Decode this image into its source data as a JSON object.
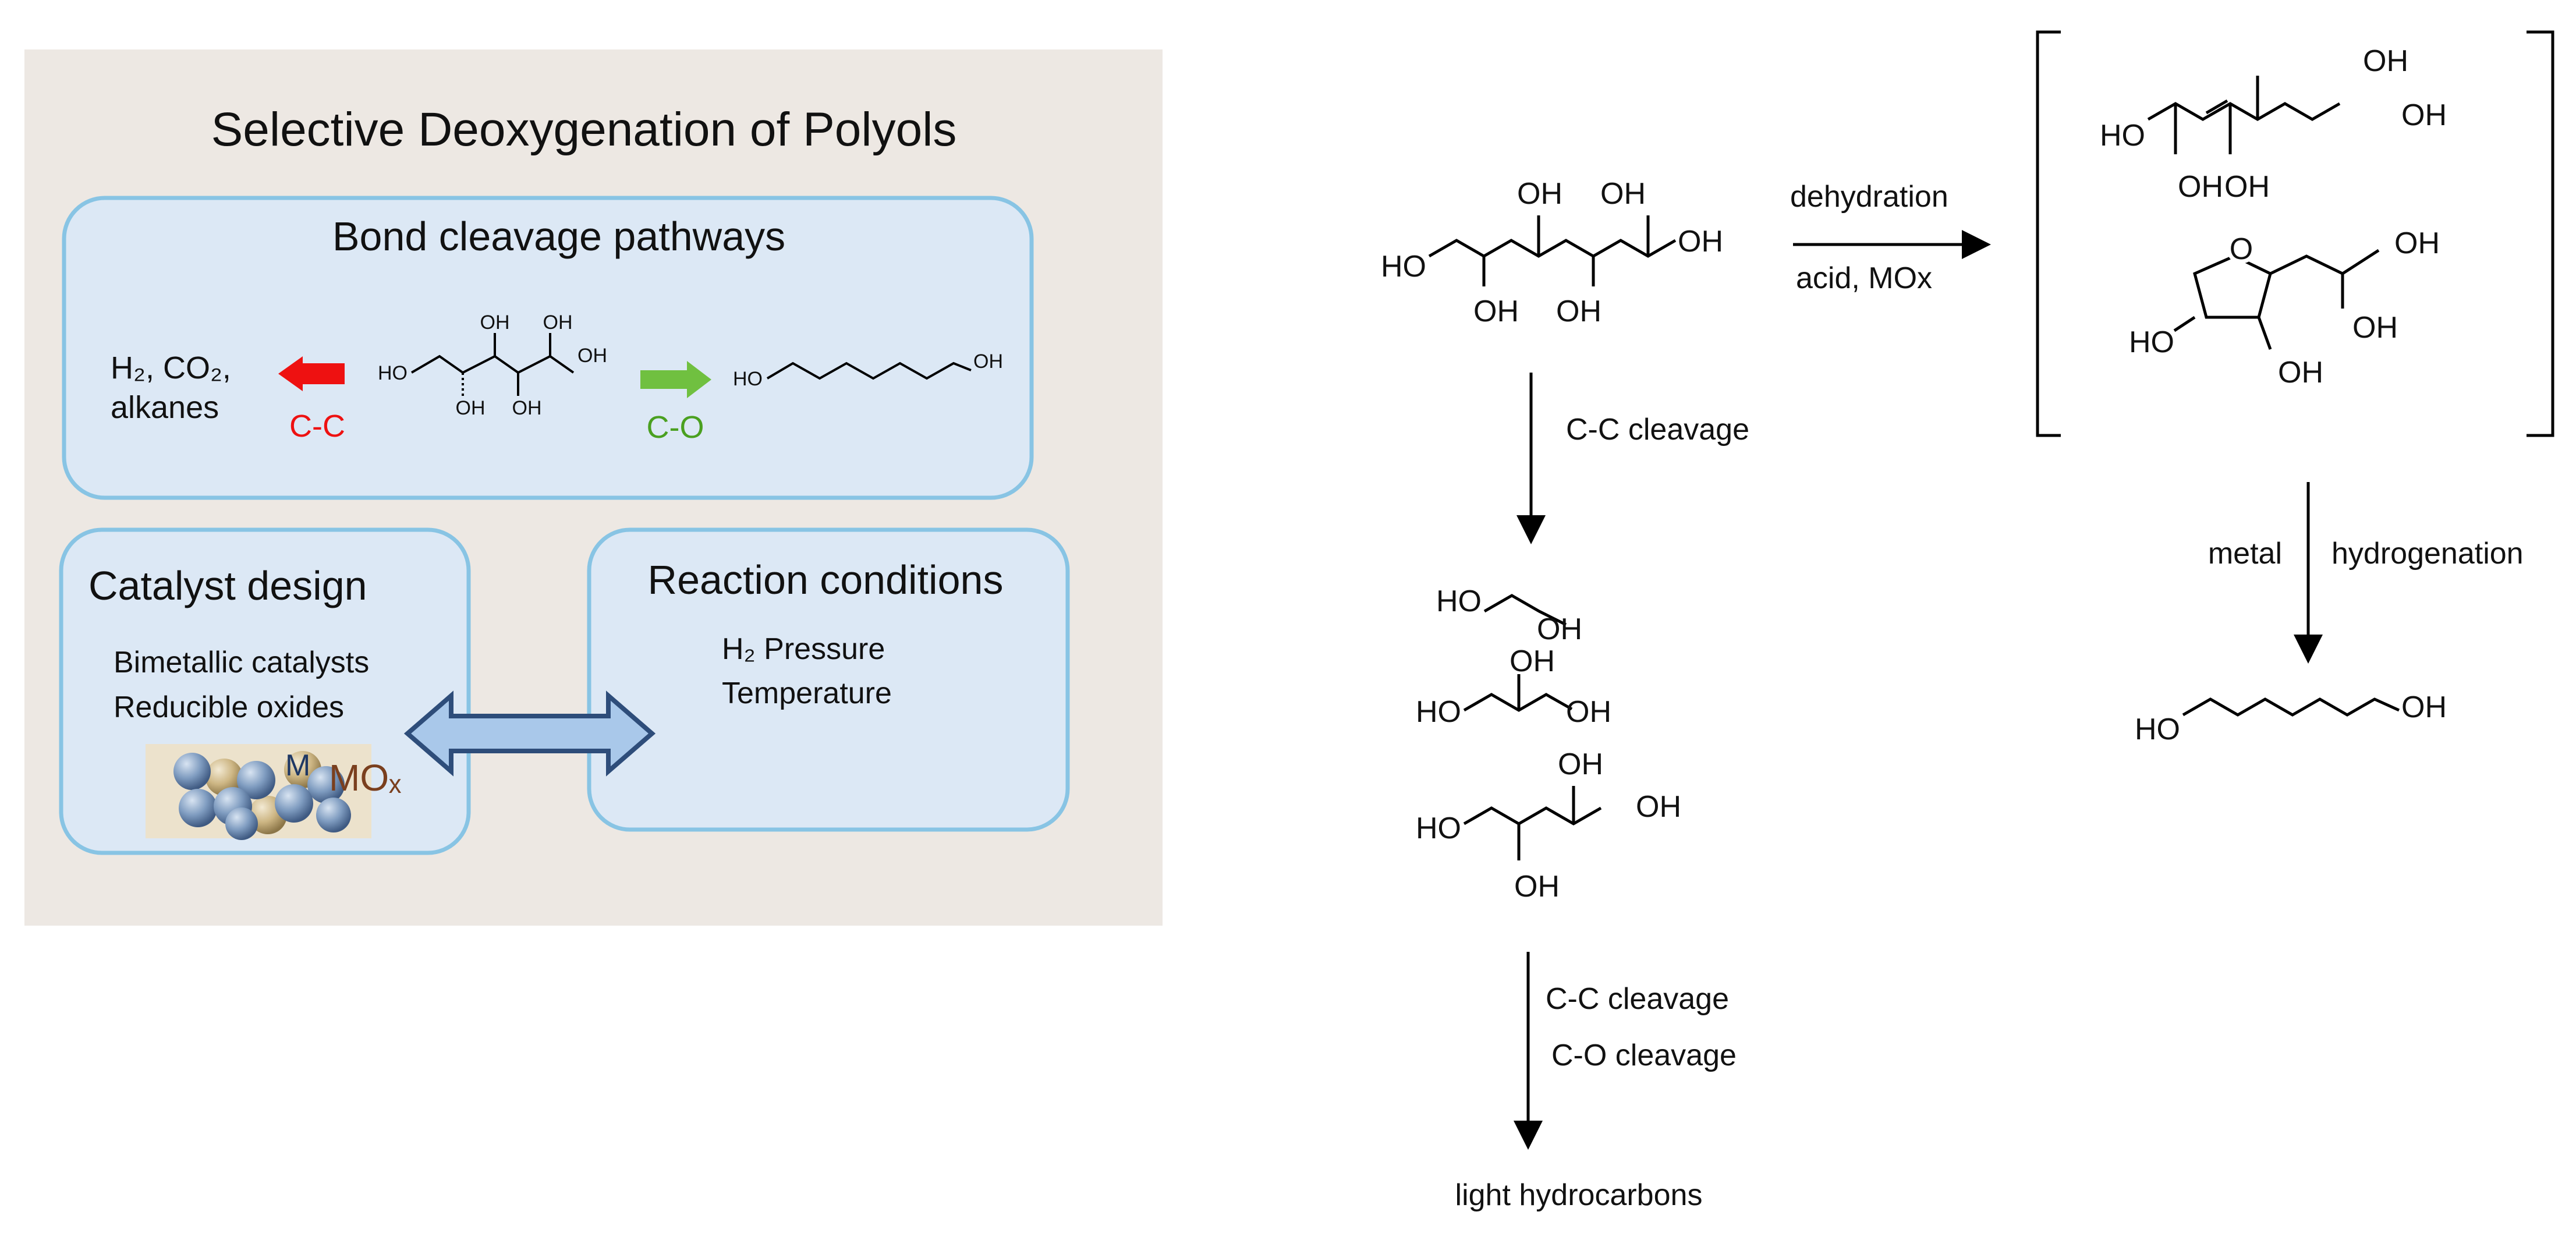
{
  "title": "Selective Deoxygenation of Polyols",
  "bond_cleavage": {
    "heading": "Bond cleavage pathways",
    "products_line1": "H₂, CO₂,",
    "products_line2": "alkanes",
    "cc_label": "C-C",
    "co_label": "C-O",
    "cc_color": "#ee1111",
    "co_color": "#70c040",
    "oh": "OH",
    "ho": "HO"
  },
  "catalyst_design": {
    "heading": "Catalyst design",
    "line1": "Bimetallic catalysts",
    "line2": "Reducible oxides",
    "m_label": "M",
    "mox_label": "MOₓ"
  },
  "reaction_conditions": {
    "heading": "Reaction conditions",
    "line1": "H₂ Pressure",
    "line2": "Temperature"
  },
  "scheme": {
    "oh": "OH",
    "ho": "HO",
    "o": "O",
    "dehydration": "dehydration",
    "acid_mox": "acid, MOx",
    "cc_cleavage_1": "C-C cleavage",
    "cc_cleavage_2": "C-C cleavage",
    "co_cleavage": "C-O cleavage",
    "light_hydrocarbons": "light hydrocarbons",
    "metal": "metal",
    "hydrogenation": "hydrogenation"
  },
  "colors": {
    "panel_bg": "#ede8e3",
    "box_fill": "#dce8f5",
    "box_stroke": "#88c4e4",
    "arrow_fill": "#a9c8ea",
    "arrow_stroke": "#2e4d7a",
    "m_color": "#1f3864",
    "mox_color": "#7a3f1e"
  }
}
